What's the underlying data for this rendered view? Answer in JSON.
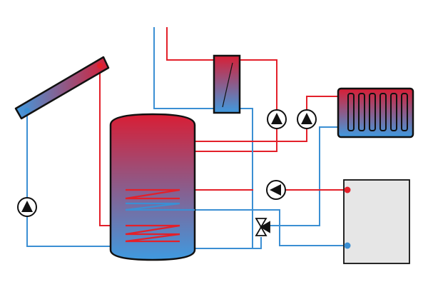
{
  "colors": {
    "hot": "#e3202a",
    "cold": "#3b8fd3",
    "gradient_top": "#d81e35",
    "gradient_bottom": "#3f9ae0",
    "boiler_fill": "#e6e6e6",
    "outline": "#111111",
    "background": "#ffffff"
  },
  "components": [
    {
      "id": "solar-collector",
      "icon": "solar-panel-icon"
    },
    {
      "id": "storage-tank",
      "icon": "buffer-tank-icon"
    },
    {
      "id": "plate-heat-exchanger",
      "icon": "heat-exchanger-icon"
    },
    {
      "id": "radiator",
      "icon": "radiator-icon"
    },
    {
      "id": "boiler",
      "icon": "boiler-icon"
    },
    {
      "id": "pump-solar",
      "icon": "pump-icon"
    },
    {
      "id": "pump-dhw",
      "icon": "pump-icon"
    },
    {
      "id": "pump-heating",
      "icon": "pump-icon"
    },
    {
      "id": "pump-boiler",
      "icon": "pump-icon"
    },
    {
      "id": "three-way-valve",
      "icon": "mixing-valve-icon"
    }
  ]
}
